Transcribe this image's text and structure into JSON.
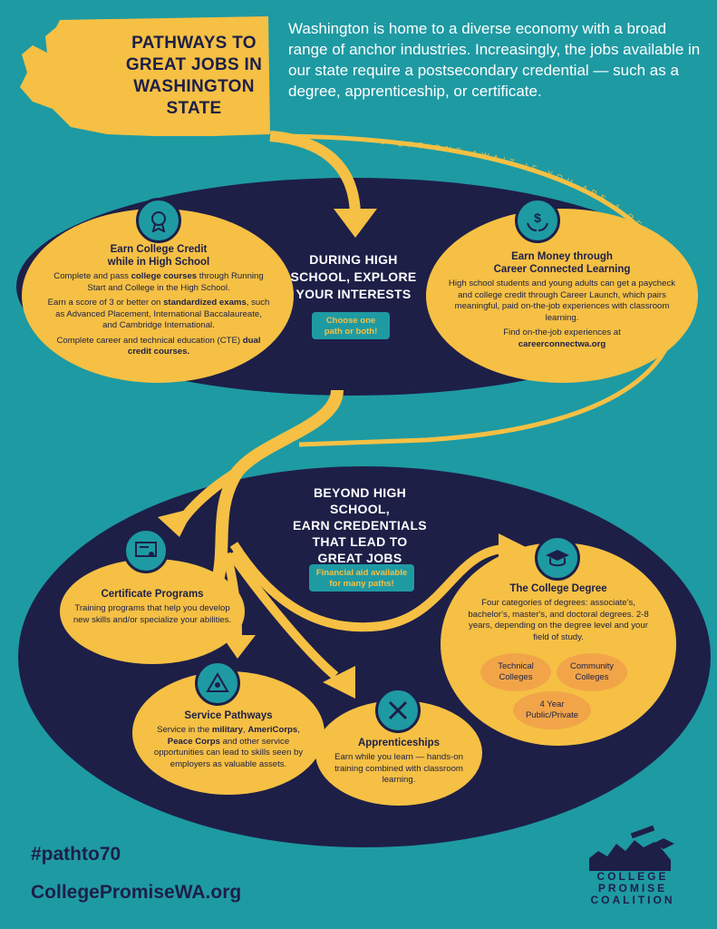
{
  "header": {
    "title_lines": [
      "PATHWAYS TO",
      "GREAT JOBS IN",
      "WASHINGTON",
      "STATE"
    ],
    "intro": "Washington is home to a diverse economy with a broad range of anchor industries. Increasingly, the jobs available in our state require a postsecondary credential — such as a degree, apprenticeship, or certificate."
  },
  "arc_text": "> OPTIONS AWAIT IF YOU ARE A RETURNING STUDENT <",
  "high_school": {
    "heading_lines": [
      "DURING HIGH",
      "SCHOOL, EXPLORE",
      "YOUR INTERESTS"
    ],
    "tag_lines": [
      "Choose one",
      "path or both!"
    ],
    "college_credit": {
      "title_lines": [
        "Earn College Credit",
        "while in High School"
      ],
      "p1_a": "Complete and pass ",
      "p1_b": "college courses",
      "p1_c": " through Running Start and College in the High School.",
      "p2_a": "Earn a score of 3 or better on ",
      "p2_b": "standardized exams",
      "p2_c": ", such as Advanced Placement, International Baccalaureate, and Cambridge International.",
      "p3_a": "Complete career and technical education (CTE) ",
      "p3_b": "dual credit courses."
    },
    "earn_money": {
      "title_lines": [
        "Earn Money through",
        "Career Connected Learning"
      ],
      "p1": "High school students and young adults can get a paycheck and college credit through Career Launch, which pairs meaningful, paid on-the-job experiences with classroom learning.",
      "p2": "Find on-the-job experiences at",
      "link": "careerconnectwa.org"
    }
  },
  "beyond": {
    "heading_lines": [
      "BEYOND HIGH SCHOOL,",
      "EARN CREDENTIALS",
      "THAT LEAD TO",
      "GREAT JOBS"
    ],
    "tag_lines": [
      "Financial aid available",
      "for many paths!"
    ],
    "certificate": {
      "title": "Certificate Programs",
      "body": "Training programs that help you develop new skills and/or specialize your abilities."
    },
    "service": {
      "title": "Service Pathways",
      "p_a": "Service in the ",
      "p_b": "military",
      "p_c": ", ",
      "p_d": "AmeriCorps",
      "p_e": ", ",
      "p_f": "Peace Corps",
      "p_g": " and other service opportunities can lead to skills seen by employers as valuable assets."
    },
    "apprenticeships": {
      "title": "Apprenticeships",
      "body": "Earn while you learn — hands-on training combined with classroom learning."
    },
    "college_degree": {
      "title": "The College Degree",
      "body": "Four categories of degrees: associate's, bachelor's, master's, and doctoral degrees. 2-8 years, depending on the degree level and your field of study.",
      "option1_lines": [
        "Technical",
        "Colleges"
      ],
      "option2_lines": [
        "Community",
        "Colleges"
      ],
      "option3_lines": [
        "4 Year",
        "Public/Private"
      ]
    }
  },
  "footer": {
    "hashtag": "#pathto70",
    "website": "CollegePromiseWA.org",
    "logo_lines": [
      "COLLEGE",
      "PROMISE",
      "COALITION"
    ]
  },
  "colors": {
    "background": "#1e9aa3",
    "navy": "#1d1f47",
    "yellow": "#f5c044",
    "orange": "#f2a548"
  }
}
